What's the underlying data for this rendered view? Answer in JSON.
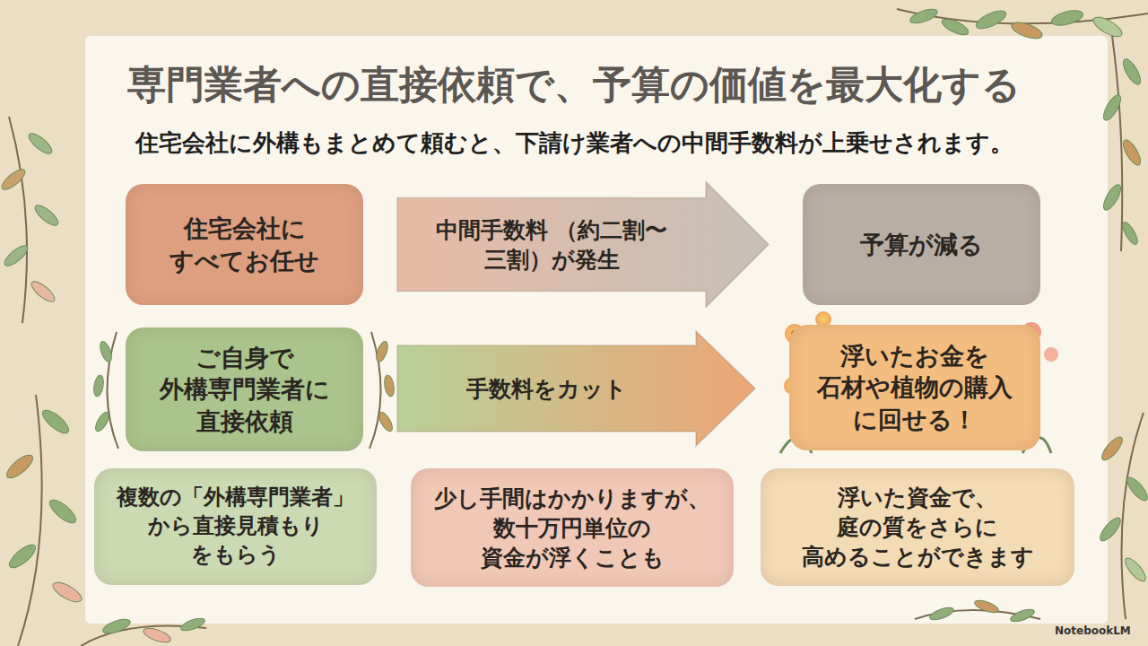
{
  "diagram": {
    "title": "専門業者への直接依頼で、予算の価値を最大化する",
    "nodes": [
      {
        "text": [
          "住宅会社に すべてお任せ"
        ]
      },
      {
        "text": [
          "予算が減る"
        ]
      },
      {
        "text": [
          "ご自身で 外構専門業者に 直接依頼"
        ]
      },
      {
        "text": [
          "浮いたお金を 石材や植物の購入 に回せる！"
        ]
      },
      {
        "text": [
          "複数の「外構専門業者」 から直接見積もり をもらう"
        ]
      },
      {
        "text": [
          "少し手間はかかりますが、 数十万円単位の 資金が浮くことも"
        ]
      },
      {
        "text": [
          "浮いた資金で、 庭の質をさらに 高めることができます"
        ]
      }
    ],
    "edges": [
      {
        "from": 0,
        "to": 1,
        "label": "中間手数料 （約二割〜三割）が発生",
        "arrow": "to"
      },
      {
        "from": 2,
        "to": 3,
        "label": "手数料をカット",
        "arrow": "to"
      }
    ],
    "labels": [
      "住宅会社に外構もまとめて頼むと、下請け業者への中間手数料が上乗せされます。",
      "NotebookLM"
    ]
  }
}
